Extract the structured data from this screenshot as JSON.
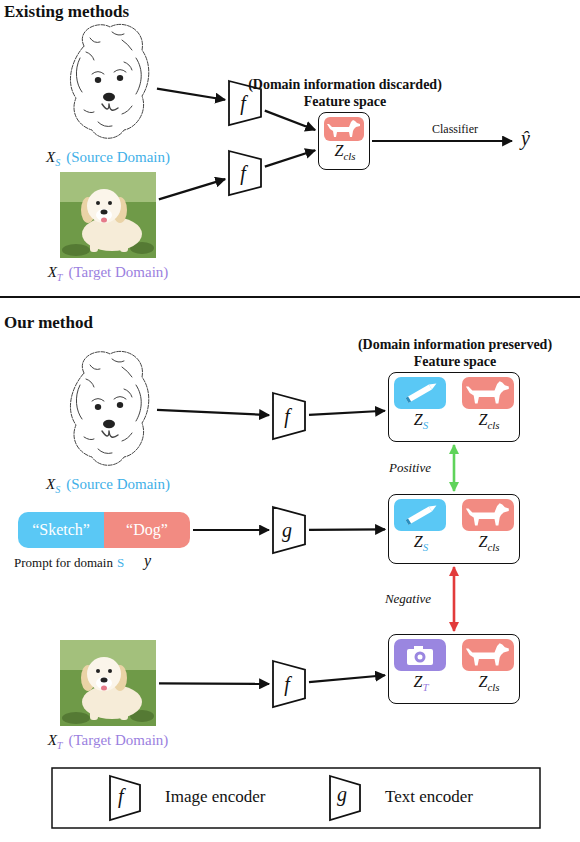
{
  "diagram": {
    "nodes": [
      {
        "text": [
          "X",
          "S",
          "(Source Domain)"
        ]
      },
      {
        "text": [
          "X",
          "T",
          "(Target Domain)"
        ]
      },
      {
        "text": [
          "f"
        ]
      },
      {
        "text": [
          "f"
        ]
      },
      {
        "text": [
          "(Domain information discarded)",
          "Feature space",
          "Z",
          "cls"
        ]
      },
      {
        "text": [
          "X",
          "S",
          "(Source Domain)"
        ]
      },
      {
        "text": [
          "f"
        ]
      },
      {
        "text": [
          "(Domain information preserved)",
          "Feature space",
          "Z",
          "S",
          "Z",
          "cls"
        ]
      },
      {
        "text": [
          "“Sketch”"
        ]
      },
      {
        "text": [
          "“Dog”"
        ]
      },
      {
        "text": [
          "g"
        ]
      },
      {
        "text": [
          "Z",
          "S",
          "Z",
          "cls"
        ]
      },
      {
        "text": [
          "X",
          "T",
          "(Target Domain)"
        ]
      },
      {
        "text": [
          "f"
        ]
      },
      {
        "text": [
          "Z",
          "T",
          "Z",
          "cls"
        ]
      }
    ],
    "edges": [
      {
        "from": 0,
        "to": 2,
        "arrow": "to"
      },
      {
        "from": 1,
        "to": 3,
        "arrow": "to"
      },
      {
        "from": 2,
        "to": 4,
        "arrow": "to"
      },
      {
        "from": 3,
        "to": 4,
        "arrow": "to"
      },
      {
        "from": 5,
        "to": 6,
        "arrow": "to"
      },
      {
        "from": 6,
        "to": 7,
        "arrow": "to"
      },
      {
        "from": 7,
        "to": 11,
        "arrow": "both",
        "label": "Positive"
      },
      {
        "from": 9,
        "to": 10,
        "arrow": "to"
      },
      {
        "from": 10,
        "to": 11,
        "arrow": "to"
      },
      {
        "from": 11,
        "to": 14,
        "arrow": "both",
        "label": "Negative"
      },
      {
        "from": 12,
        "to": 13,
        "arrow": "to"
      },
      {
        "from": 13,
        "to": 14,
        "arrow": "to"
      }
    ],
    "labels": [
      "Existing methods",
      "Classifier",
      "ŷ",
      "Our method",
      "Prompt for domain",
      "S",
      "y",
      "f",
      "g"
    ],
    "legend": [
      {
        "text": "Image encoder"
      },
      {
        "text": "Text encoder"
      }
    ]
  }
}
